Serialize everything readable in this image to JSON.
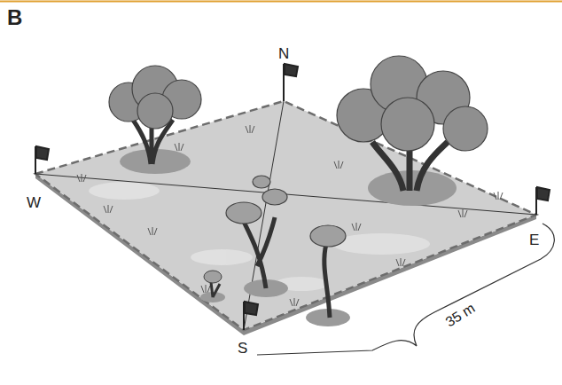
{
  "diagram": {
    "labels": [
      "B",
      "N",
      "W",
      "E",
      "S",
      "35 m"
    ]
  }
}
